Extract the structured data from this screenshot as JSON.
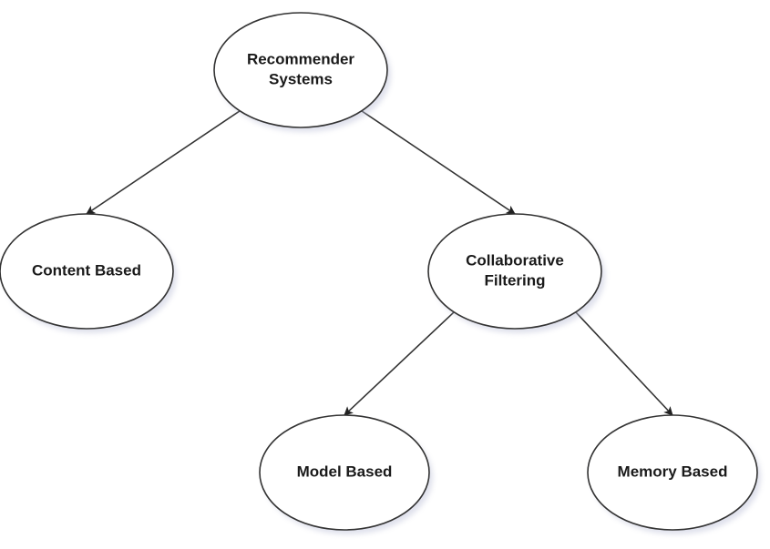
{
  "diagram": {
    "type": "tree",
    "nodes": [
      {
        "id": "root",
        "lines": [
          "Recommender",
          "Systems"
        ]
      },
      {
        "id": "content",
        "lines": [
          "Content Based"
        ]
      },
      {
        "id": "collab",
        "lines": [
          "Collaborative",
          "Filtering"
        ]
      },
      {
        "id": "model",
        "lines": [
          "Model Based"
        ]
      },
      {
        "id": "memory",
        "lines": [
          "Memory Based"
        ]
      }
    ],
    "edges": [
      {
        "from": "root",
        "to": "content"
      },
      {
        "from": "root",
        "to": "collab"
      },
      {
        "from": "collab",
        "to": "model"
      },
      {
        "from": "collab",
        "to": "memory"
      }
    ],
    "colors": {
      "stroke": "#333333",
      "fill": "#ffffff",
      "text": "#1a1a1a"
    }
  }
}
